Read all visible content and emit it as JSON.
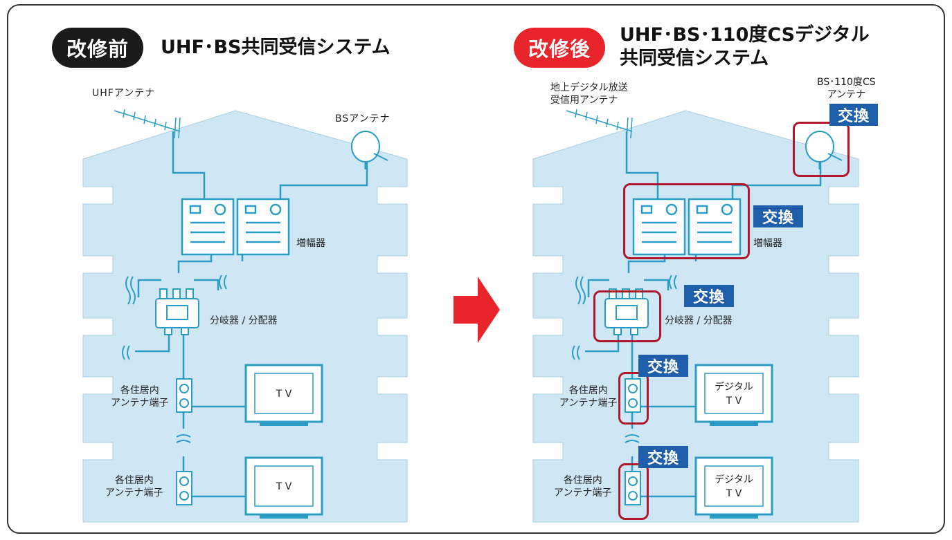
{
  "before": {
    "badge": "改修前",
    "title": "UHF･BS共同受信システム",
    "uhf_antenna": "UHFアンテナ",
    "bs_antenna": "BSアンテナ",
    "amplifier": "増幅器",
    "splitter": "分岐器 / 分配器",
    "terminal_1": [
      "各住居内",
      "アンテナ端子"
    ],
    "terminal_2": [
      "各住居内",
      "アンテナ端子"
    ],
    "tv_1": "T V",
    "tv_2": "T V"
  },
  "after": {
    "badge": "改修後",
    "title": [
      "UHF･BS･110度CSデジタル",
      "共同受信システム"
    ],
    "terrestrial_antenna": [
      "地上デジタル放送",
      "受信用アンテナ"
    ],
    "bs_cs_antenna": [
      "BS･110度CS",
      "アンテナ"
    ],
    "amplifier": "増幅器",
    "splitter": "分岐器 / 分配器",
    "terminal_1": [
      "各住居内",
      "アンテナ端子"
    ],
    "terminal_2": [
      "各住居内",
      "アンテナ端子"
    ],
    "tv_1": [
      "デジタル",
      "T V"
    ],
    "tv_2": [
      "デジタル",
      "T V"
    ],
    "replace_label": "交換"
  },
  "colors": {
    "badge_before": "#1a1a1a",
    "badge_after": "#e8252b",
    "house_fill": "#cfe7f4",
    "wire": "#2b9cc4",
    "replace_box": "#b0172a",
    "replace_tag": "#1f5ea8",
    "arrow": "#e8252b"
  }
}
